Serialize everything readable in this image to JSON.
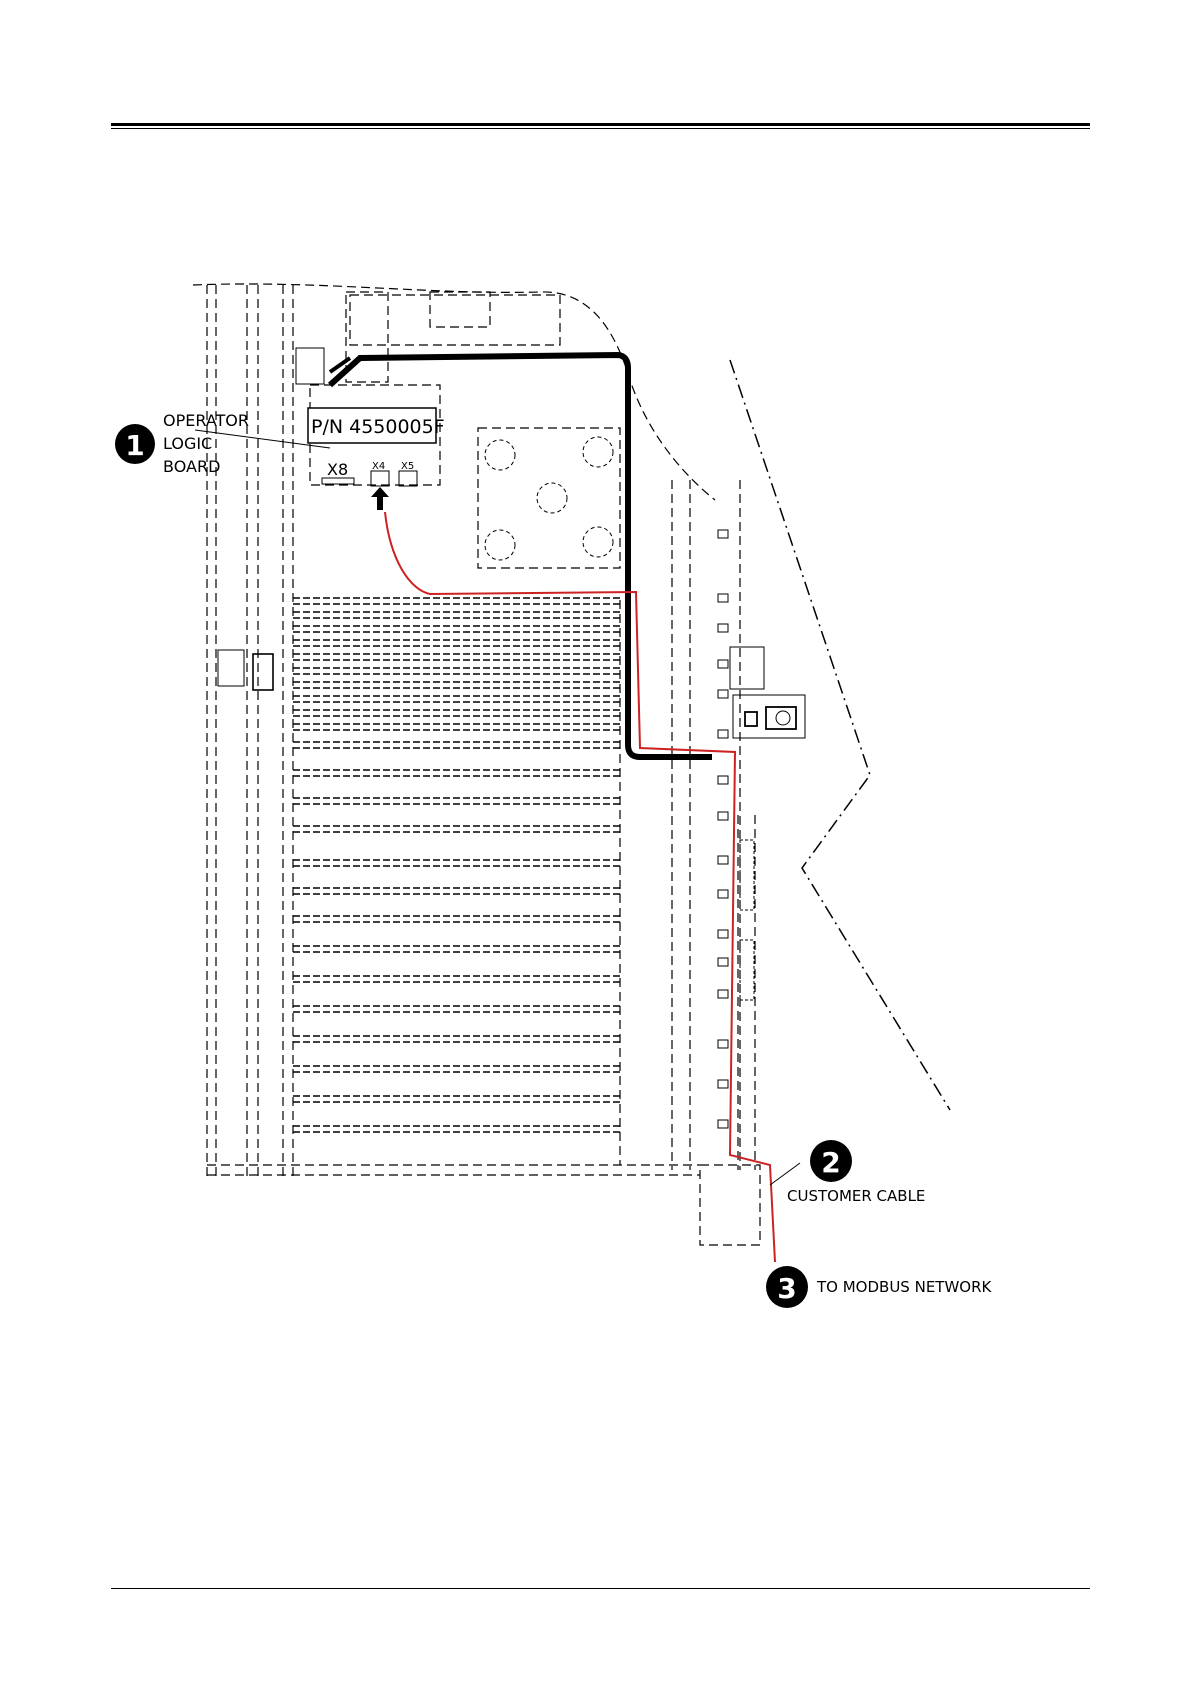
{
  "callouts": [
    {
      "number": "1",
      "lines": [
        "OPERATOR",
        "LOGIC",
        "BOARD"
      ]
    },
    {
      "number": "2",
      "text": "CUSTOMER CABLE"
    },
    {
      "number": "3",
      "text": "TO MODBUS NETWORK"
    }
  ],
  "board": {
    "part_number": "P/N 4550005F",
    "connectors": [
      "X8",
      "X4",
      "X5"
    ]
  },
  "colors": {
    "line": "#000000",
    "cable": "#cc2222",
    "background": "#ffffff"
  }
}
